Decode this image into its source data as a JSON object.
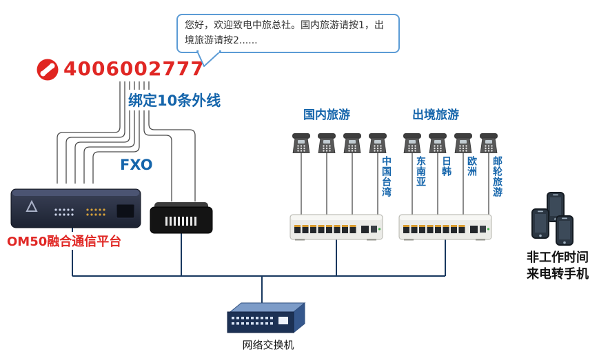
{
  "speech_bubble": {
    "text": "您好，欢迎致电中旅总社。国内旅游请按1，出境旅游请按2......"
  },
  "hotline": {
    "number": "4006002777"
  },
  "annotations": {
    "bind_lines": "绑定10条外线",
    "fxo": "FXO",
    "om50_label": "OM50融合通信平台",
    "switch_label": "网络交换机",
    "mobile_note_line1": "非工作时间",
    "mobile_note_line2": "来电转手机"
  },
  "phone_groups": [
    {
      "title": "国内旅游",
      "labels": [
        "",
        "",
        "",
        "中国台湾"
      ]
    },
    {
      "title": "出境旅游",
      "labels": [
        "东南亚",
        "日韩",
        "欧洲",
        "邮轮旅游"
      ]
    }
  ],
  "colors": {
    "accent_blue": "#1565ab",
    "hotline_red": "#e02724",
    "bubble_border": "#5b9bd5",
    "wire_gray": "#4b4b4b",
    "link_navy": "#17375e"
  }
}
